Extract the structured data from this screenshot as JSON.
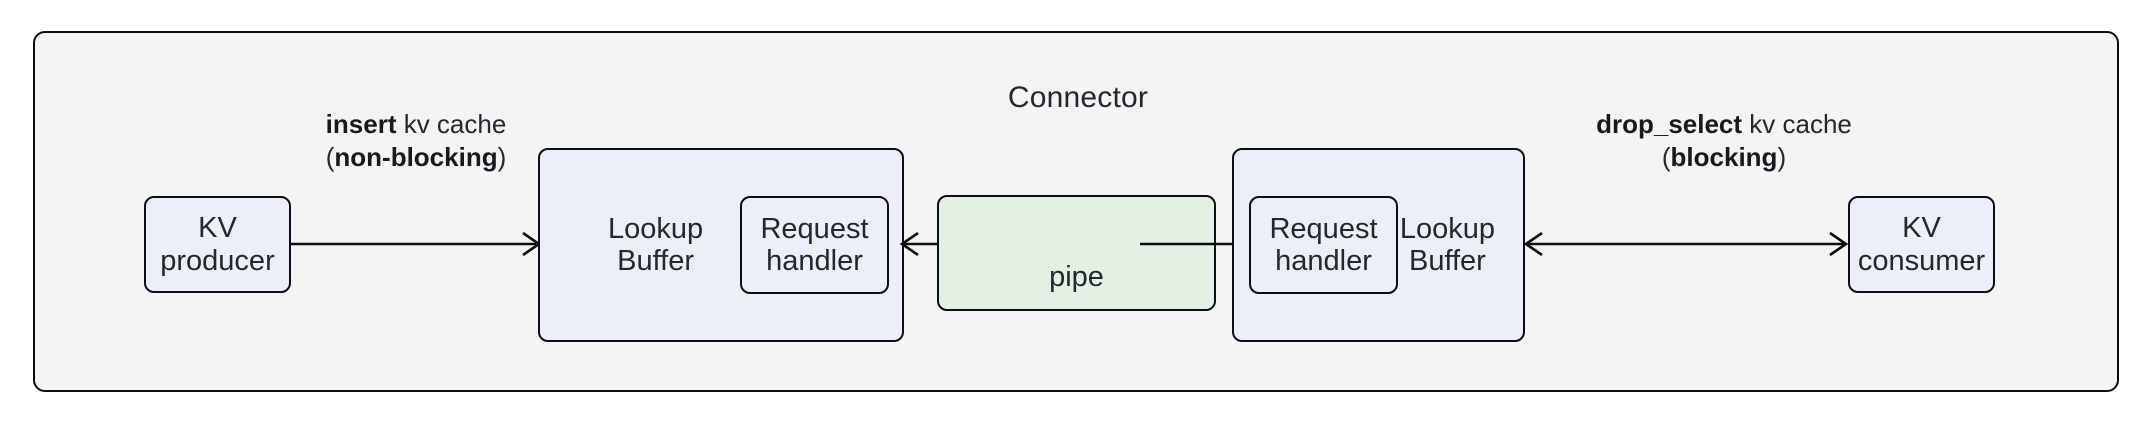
{
  "diagram": {
    "title": "Connector",
    "nodes": {
      "kv_producer": {
        "label": "KV\nproducer"
      },
      "lookup_buffer_left": {
        "label": "Lookup\nBuffer"
      },
      "request_handler_left": {
        "label": "Request\nhandler"
      },
      "pipe": {
        "label": "pipe"
      },
      "request_handler_right": {
        "label": "Request\nhandler"
      },
      "lookup_buffer_right": {
        "label": "Lookup\nBuffer"
      },
      "kv_consumer": {
        "label": "KV\nconsumer"
      }
    },
    "edges": {
      "insert": {
        "op": "insert",
        "object": " kv cache",
        "mode_open": "(",
        "mode": "non-blocking",
        "mode_close": ")",
        "direction": "right"
      },
      "pipe_to_left": {
        "direction": "left"
      },
      "pipe_to_right": {
        "direction": "right"
      },
      "drop_select": {
        "op": "drop_select",
        "object": " kv cache",
        "mode_open": "(",
        "mode": "blocking",
        "mode_close": ")",
        "direction": "bidirectional"
      }
    },
    "colors": {
      "container_fill": "#f4f4f4",
      "node_fill": "#eceff9",
      "pipe_fill": "#e3f1e4",
      "stroke": "#0b0e14",
      "text": "#23272f"
    }
  }
}
